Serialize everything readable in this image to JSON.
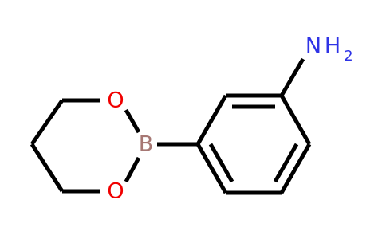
{
  "molecule": {
    "atoms": {
      "nitrogen": {
        "symbol": "N",
        "hydrogen": "H",
        "h_count": "2",
        "color": "#2E33E6"
      },
      "oxygen_top": {
        "symbol": "O",
        "color": "#F00000"
      },
      "oxygen_bottom": {
        "symbol": "O",
        "color": "#F00000"
      },
      "boron": {
        "symbol": "B",
        "color": "#A67773"
      }
    },
    "bond_color": "#000000"
  }
}
